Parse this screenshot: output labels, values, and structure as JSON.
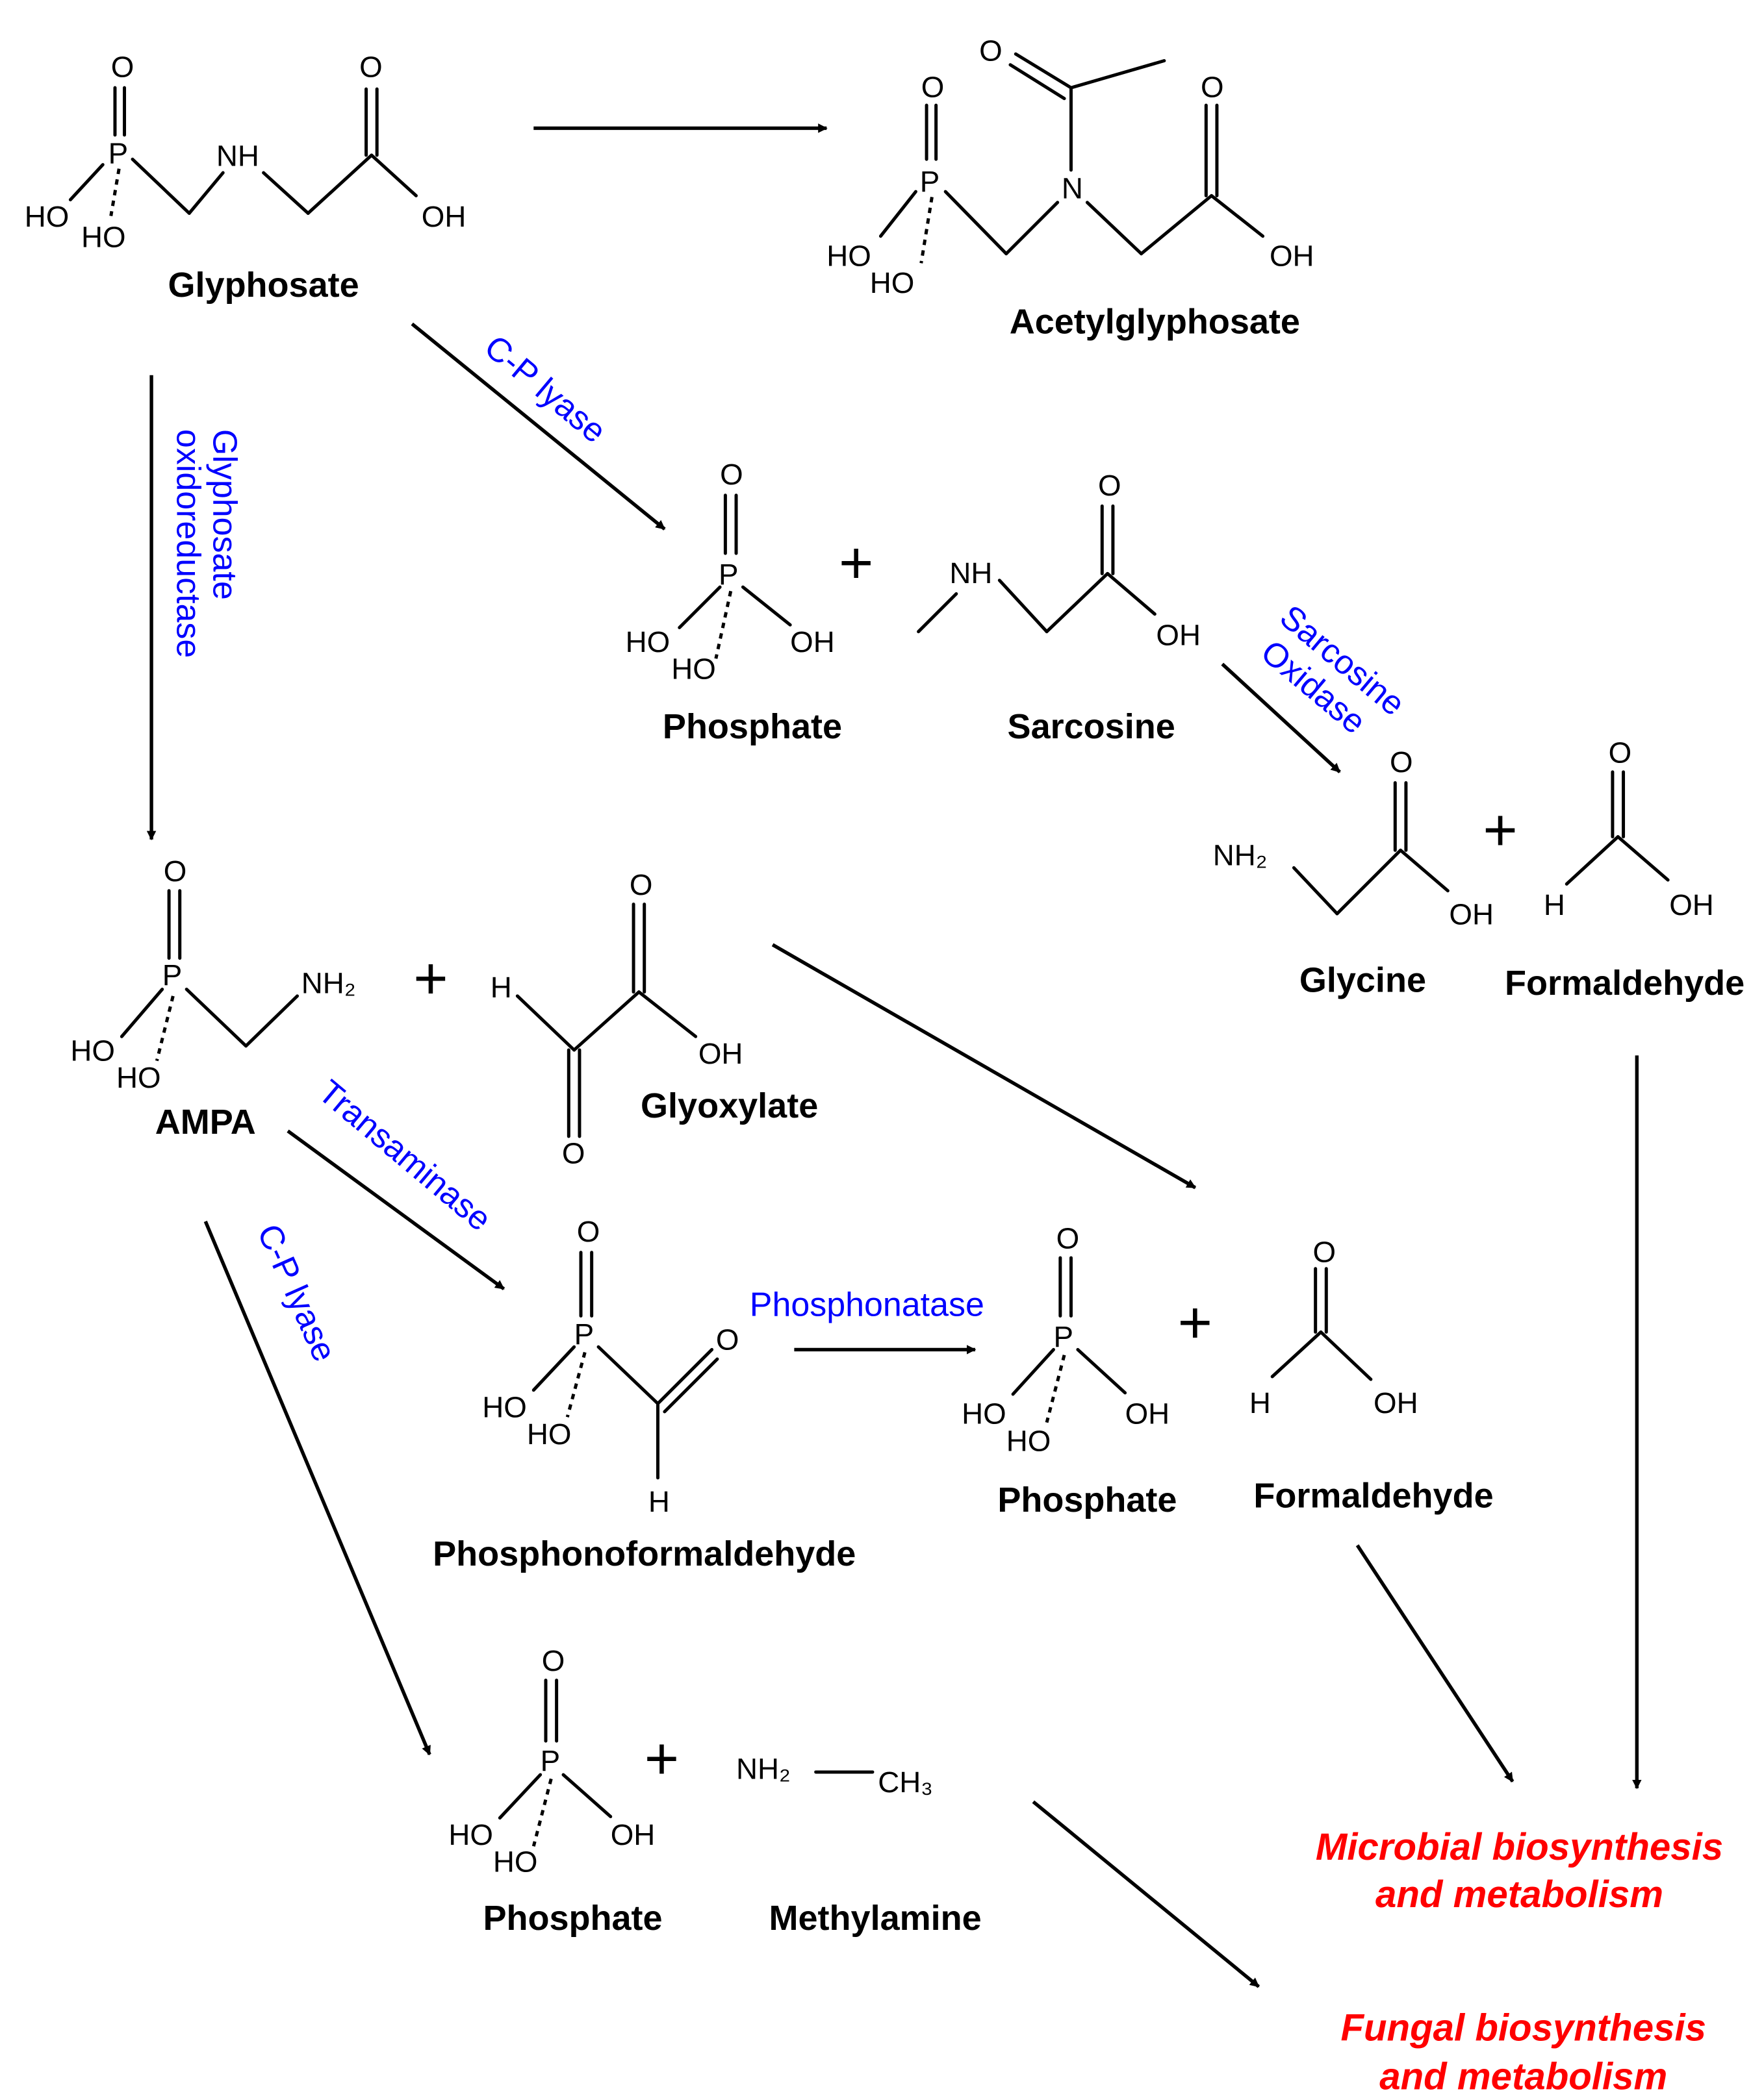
{
  "colors": {
    "enzyme": "#0000ff",
    "outcome": "#ff0000",
    "structure": "#000000"
  },
  "atoms": {
    "O": "O",
    "P": "P",
    "N": "N",
    "H": "H",
    "HO": "HO",
    "OH": "OH",
    "NH": "NH",
    "NH2": "NH₂",
    "CH3": "CH₃",
    "plus": "+"
  },
  "compounds": {
    "glyphosate": "Glyphosate",
    "acetylglyphosate": "Acetylglyphosate",
    "phosphate": "Phosphate",
    "sarcosine": "Sarcosine",
    "glycine": "Glycine",
    "formaldehyde": "Formaldehyde",
    "ampa": "AMPA",
    "glyoxylate": "Glyoxylate",
    "phosphonoformaldehyde": "Phosphonoformaldehyde",
    "methylamine": "Methylamine"
  },
  "enzymes": {
    "cp_lyase": "C-P lyase",
    "glyphosate_oxidoreductase": [
      "Glyphosate",
      "oxidoreductase"
    ],
    "sarcosine_oxidase": [
      "Sarcosine",
      "Oxidase"
    ],
    "transaminase": "Transaminase",
    "phosphonatase": "Phosphonatase"
  },
  "outcomes": {
    "microbial": [
      "Microbial biosynthesis",
      "and metabolism"
    ],
    "fungal": [
      "Fungal biosynthesis",
      "and metabolism"
    ]
  }
}
